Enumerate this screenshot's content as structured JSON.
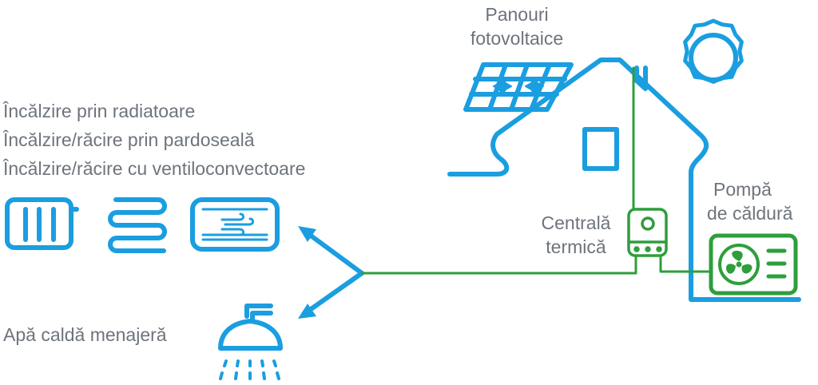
{
  "labels": {
    "solar_panels": [
      "Panouri",
      "fotovoltaice"
    ],
    "heating_modes": [
      "Încălzire prin radiatoare",
      "Încălzire/răcire prin pardoseală",
      "Încălzire/răcire cu ventiloconvectoare"
    ],
    "hot_water": "Apă caldă menajeră",
    "boiler": [
      "Centrală",
      "termică"
    ],
    "heat_pump": [
      "Pompă",
      "de căldură"
    ]
  },
  "colors": {
    "blue": "#1a9ee0",
    "green": "#2e9e3c",
    "text": "#6e747c"
  },
  "icons": [
    "solar-panel-icon",
    "sun-icon",
    "house-icon",
    "radiator-icon",
    "underfloor-heating-icon",
    "fan-coil-icon",
    "shower-icon",
    "boiler-icon",
    "heat-pump-icon"
  ]
}
